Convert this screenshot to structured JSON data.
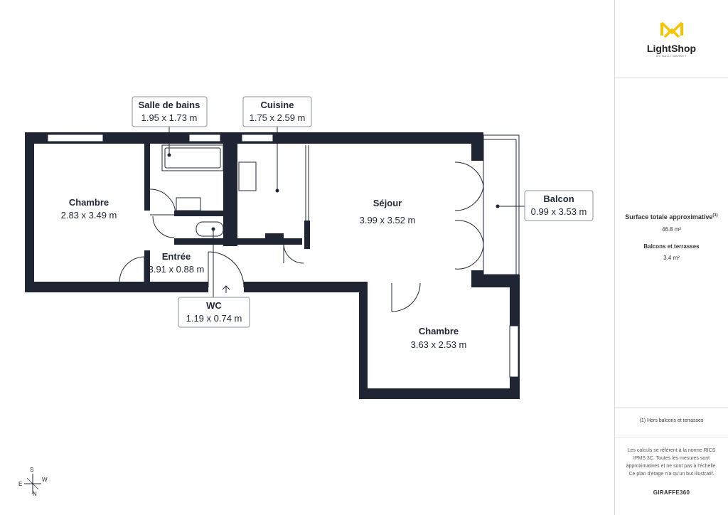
{
  "brand": {
    "logo_name": "LightShop",
    "logo_tagline": "BY NALLI MARKET",
    "logo_color": "#f5c400"
  },
  "summary": {
    "total_label": "Surface totale approximative",
    "total_note_ref": "(1)",
    "total_value": "46.8 m²",
    "balcony_label": "Balcons et terrasses",
    "balcony_value": "3.4 m²"
  },
  "notes": {
    "footnote": "(1) Hors balcons et terrasses",
    "disclaimer": "Les calculs se réfèrent à la norme RICS IPMS 3C. Toutes les mesures sont approximatives et ne sont pas à l'échelle. Ce plan d'étage n'a qu'un but illustratif.",
    "credit": "GIRAFFE360"
  },
  "compass": {
    "s": "S",
    "w": "W",
    "e": "E",
    "n": "N"
  },
  "rooms": [
    {
      "id": "chambre-1",
      "name": "Chambre",
      "dims": "2.83 x 3.49 m"
    },
    {
      "id": "salle-de-bains",
      "name": "Salle de bains",
      "dims": "1.95 x 1.73 m"
    },
    {
      "id": "cuisine",
      "name": "Cuisine",
      "dims": "1.75 x 2.59 m"
    },
    {
      "id": "sejour",
      "name": "Séjour",
      "dims": "3.99 x 3.52 m"
    },
    {
      "id": "balcon",
      "name": "Balcon",
      "dims": "0.99 x 3.53 m"
    },
    {
      "id": "entree",
      "name": "Entrée",
      "dims": "3.91 x 0.88 m"
    },
    {
      "id": "wc",
      "name": "WC",
      "dims": "1.19 x 0.74 m"
    },
    {
      "id": "chambre-2",
      "name": "Chambre",
      "dims": "3.63 x 2.53 m"
    }
  ],
  "colors": {
    "wall": "#1f2532",
    "window": "#ffffff",
    "line": "#1f2532"
  }
}
